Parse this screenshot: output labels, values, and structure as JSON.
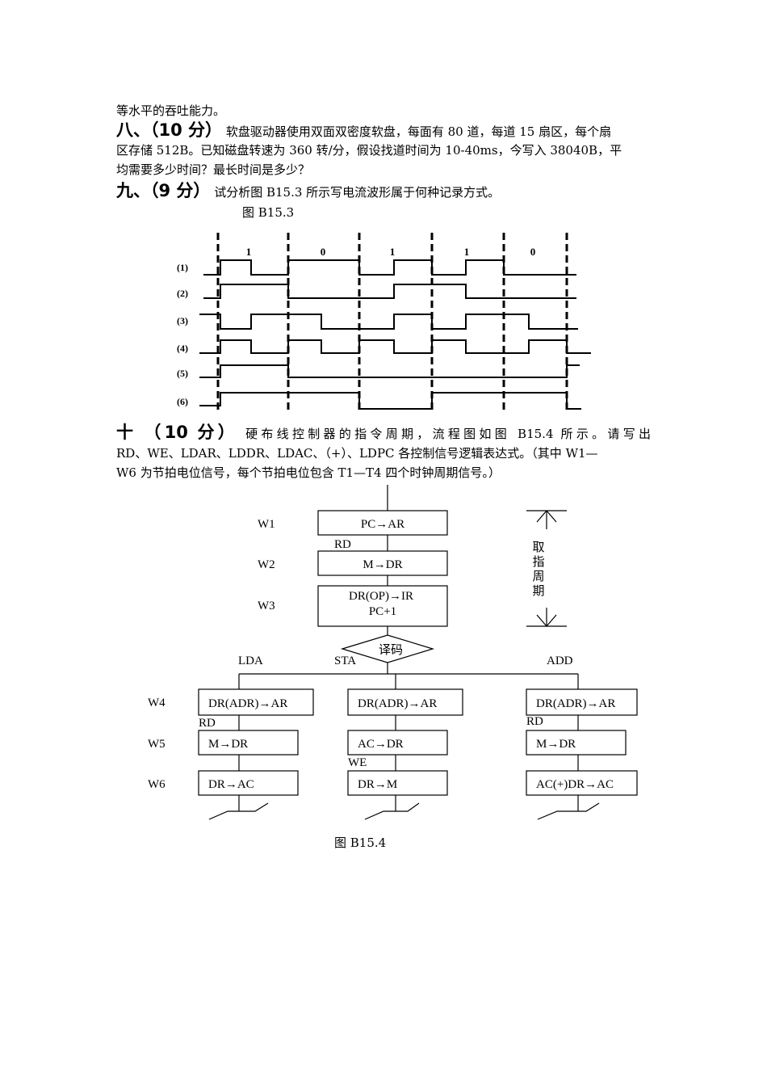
{
  "intro": {
    "tail": "等水平的吞吐能力。"
  },
  "q8": {
    "number": "八、",
    "score": "（10 分）",
    "line1": "软盘驱动器使用双面双密度软盘，每面有 80 道，每道 15 扇区，每个扇",
    "line2": "区存储 512B。已知磁盘转速为 360 转/分，假设找道时间为 10-40ms，今写入 38040B，平",
    "line3": "均需要多少时间？最长时间是多少？"
  },
  "q9": {
    "number": "九、",
    "score": "（9 分）",
    "text": "试分析图 B15.3 所示写电流波形属于何种记录方式。",
    "figure_caption": "图 B15.3",
    "bit_labels": [
      "1",
      "0",
      "1",
      "1",
      "0"
    ],
    "row_labels": [
      "(1)",
      "(2)",
      "(3)",
      "(4)",
      "(5)",
      "(6)"
    ]
  },
  "q10": {
    "number": "十",
    "score": "（10 分）",
    "line1": "硬布线控制器的指令周期，流程图如图 B15.4 所示。请写出",
    "line2": "RD、WE、LDAR、LDDR、LDAC、（+）、LDPC 各控制信号逻辑表达式。（其中 W1—",
    "line3": "W6 为节拍电位信号，每个节拍电位包含 T1—T4 四个时钟周期信号。）",
    "figure_caption": "图 B15.4"
  },
  "flow": {
    "beats": [
      "W1",
      "W2",
      "W3",
      "W4",
      "W5",
      "W6"
    ],
    "fetch_steps": [
      "PC→AR",
      "M→DR",
      "DR(OP)→IR",
      "PC+1"
    ],
    "signal_rd": "RD",
    "signal_we": "WE",
    "decode": "译码",
    "fetch_label": [
      "取",
      "指",
      "周",
      "期"
    ],
    "branches": [
      {
        "name": "LDA",
        "steps": [
          "DR(ADR)→AR",
          "M→DR",
          "DR→AC"
        ]
      },
      {
        "name": "STA",
        "steps": [
          "DR(ADR)→AR",
          "AC→DR",
          "DR→M"
        ]
      },
      {
        "name": "ADD",
        "steps": [
          "DR(ADR)→AR",
          "M→DR",
          "AC(+)DR→AC"
        ]
      }
    ]
  }
}
